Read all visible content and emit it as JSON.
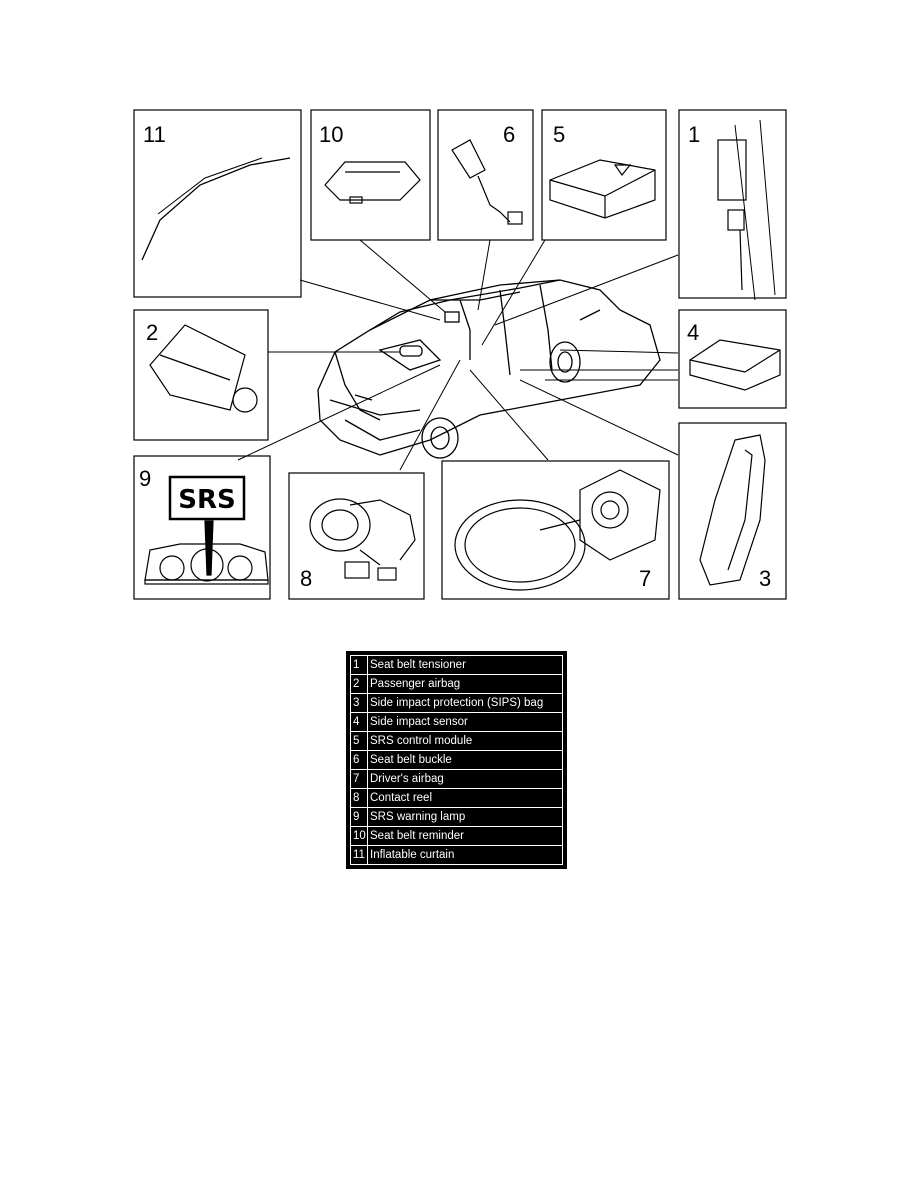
{
  "callouts": {
    "c1": "1",
    "c2": "2",
    "c3": "3",
    "c4": "4",
    "c5": "5",
    "c6": "6",
    "c7": "7",
    "c8": "8",
    "c9": "9",
    "c10": "10",
    "c11": "11"
  },
  "srs_sign": "SRS",
  "legend": [
    {
      "num": "1",
      "label": "Seat belt tensioner"
    },
    {
      "num": "2",
      "label": "Passenger airbag"
    },
    {
      "num": "3",
      "label": "Side impact protection (SIPS) bag"
    },
    {
      "num": "4",
      "label": "Side impact sensor"
    },
    {
      "num": "5",
      "label": "SRS control module"
    },
    {
      "num": "6",
      "label": "Seat belt buckle"
    },
    {
      "num": "7",
      "label": "Driver's airbag"
    },
    {
      "num": "8",
      "label": "Contact reel"
    },
    {
      "num": "9",
      "label": "SRS warning lamp"
    },
    {
      "num": "10",
      "label": "Seat belt reminder"
    },
    {
      "num": "11",
      "label": "Inflatable curtain"
    }
  ]
}
